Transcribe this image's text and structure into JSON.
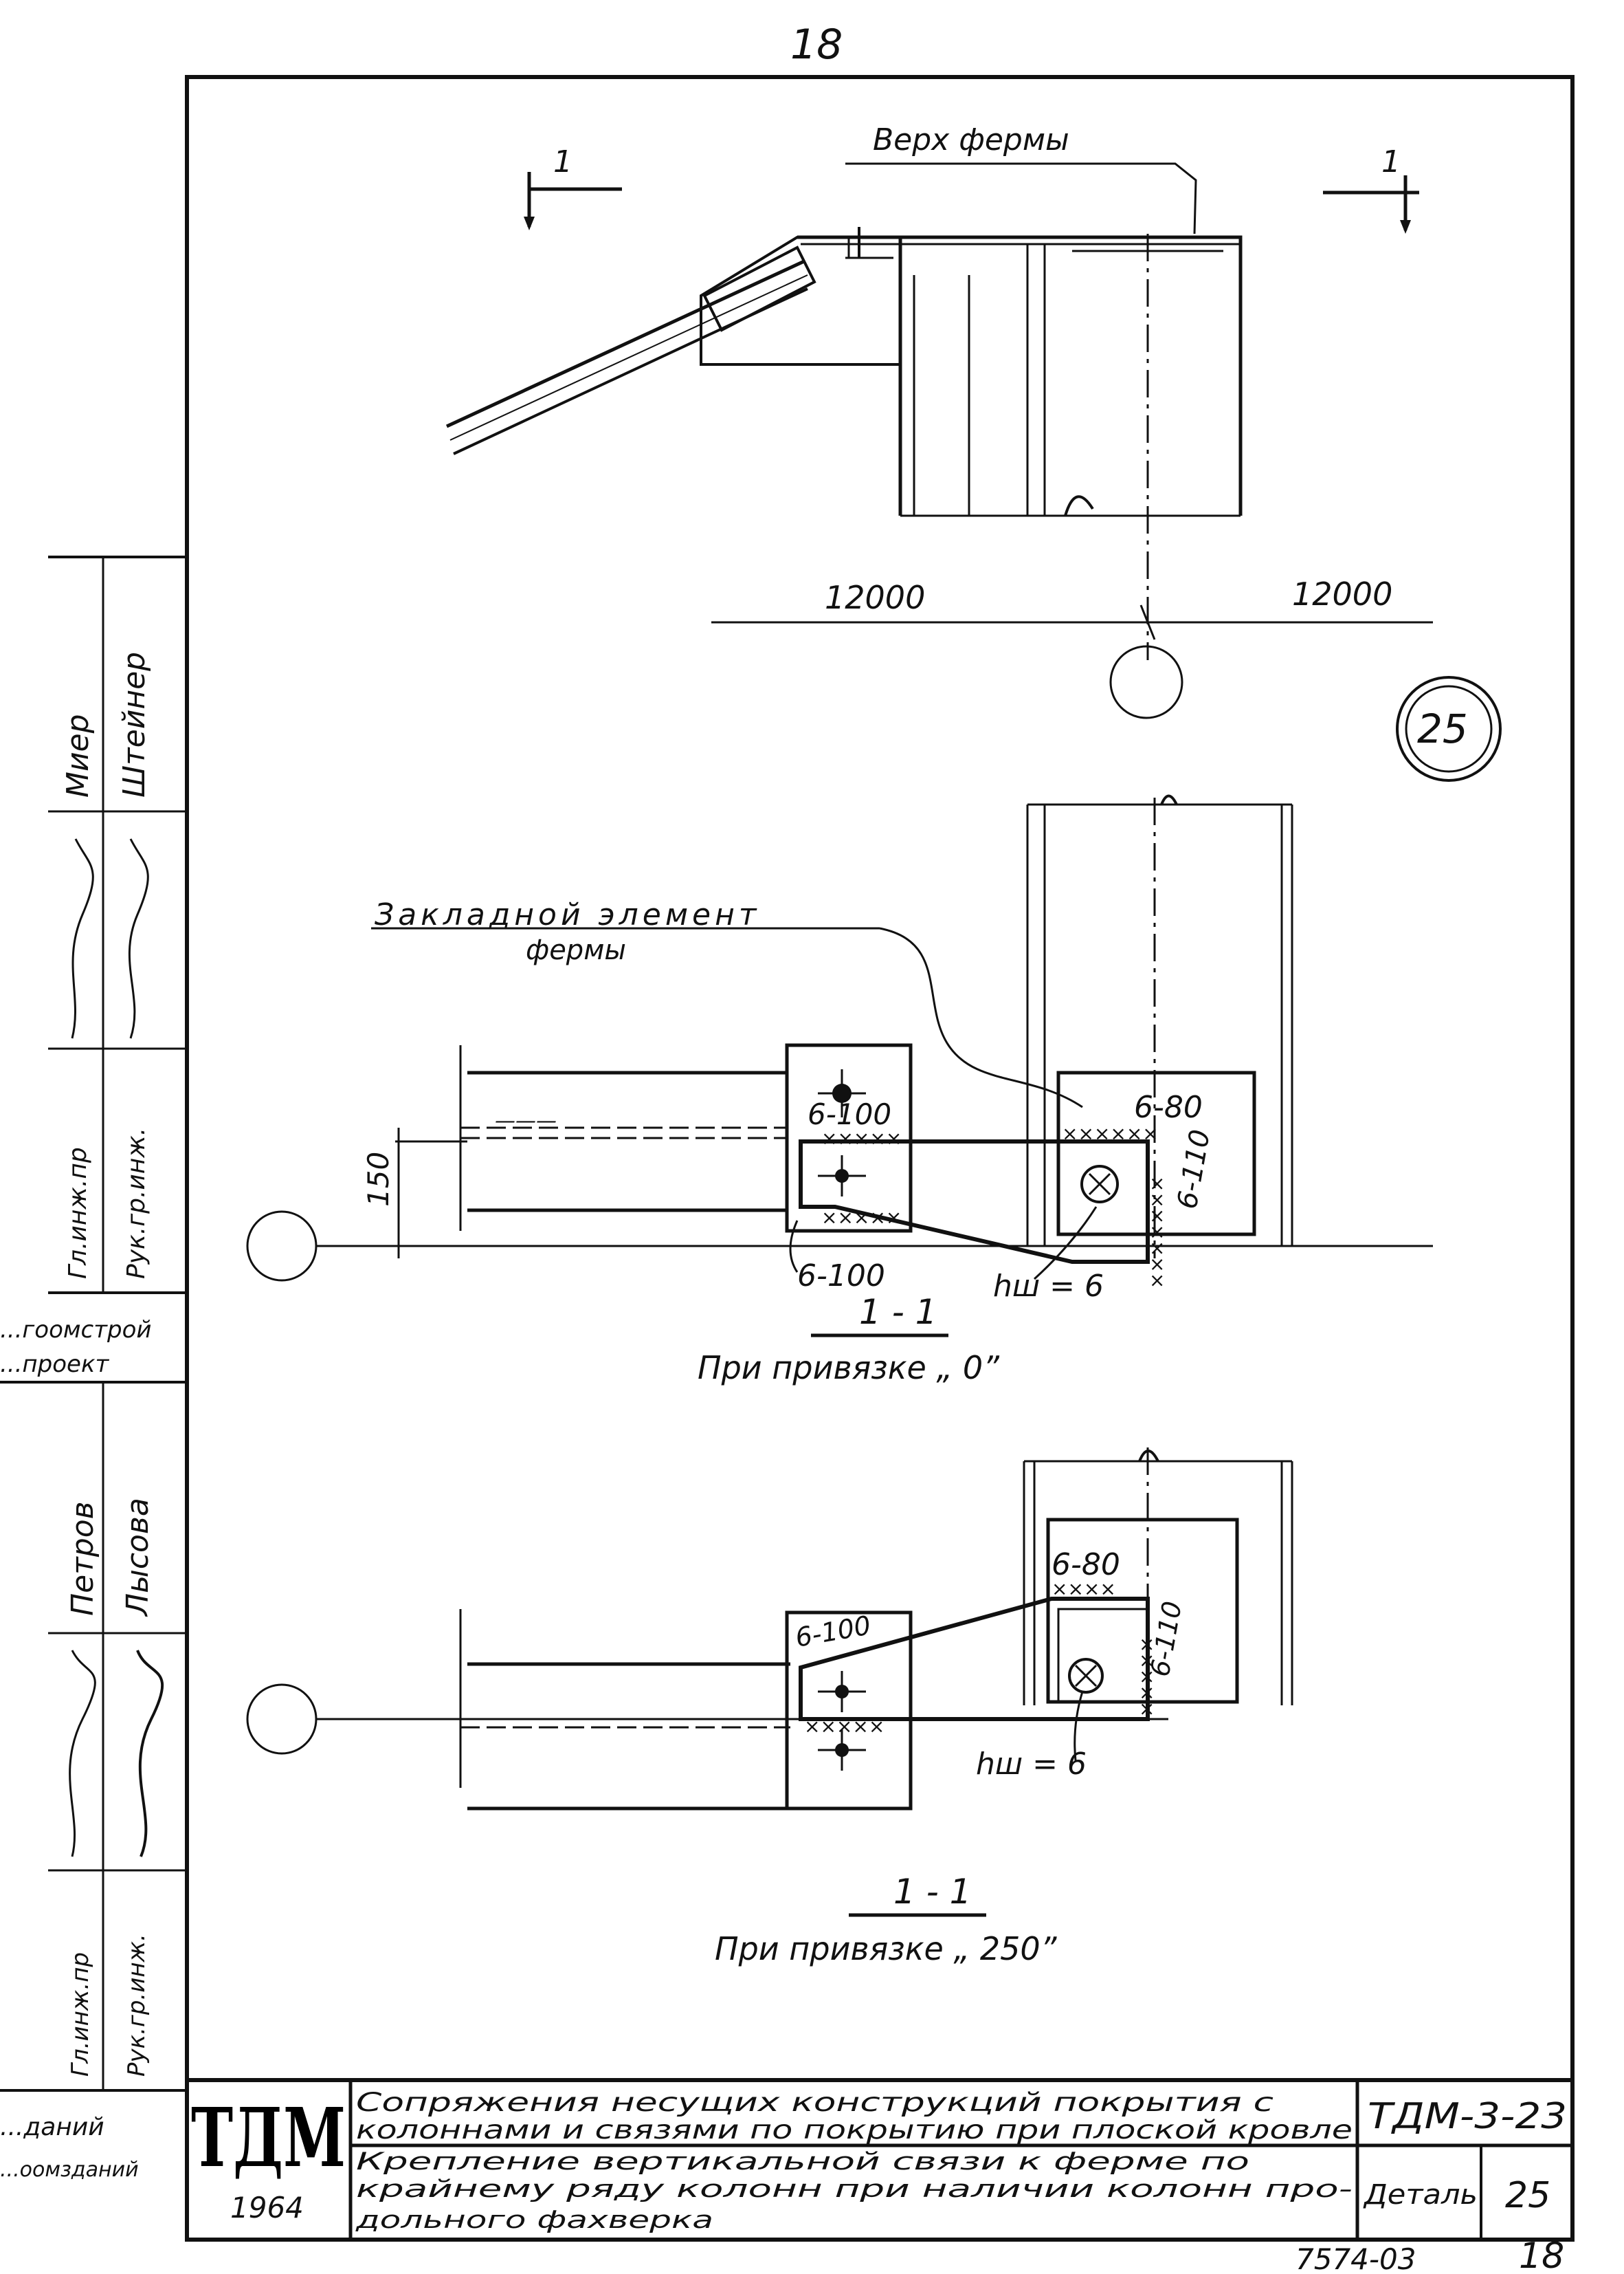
{
  "sheet": {
    "page_number_top": "18",
    "title_block": {
      "logo": "ТДМ",
      "year": "1964",
      "title_line1": "Сопряжения несущих конструкций покрытия с",
      "title_line2": "колоннами и связями по покрытию при плоской кровле",
      "subtitle_line1": "Крепление вертикальной связи к ферме по",
      "subtitle_line2": "крайнему ряду колонн при наличии колонн про-",
      "subtitle_line3": "дольного фахверка",
      "code": "ТДМ-3-23",
      "detail_label": "Деталь",
      "detail_number": "25",
      "archive_number": "7574-03",
      "sheet_number": "18"
    },
    "side_stamp": {
      "cells": [
        "Миер",
        "Штейнер",
        "Гл.инж.пр",
        "Рук.гр.инж.",
        "...гоомстрой",
        "...проект",
        "Петров",
        "Лысова",
        "Гл.инж.пр",
        "Рук.гр.инж.",
        "...даний",
        "...оомзданий"
      ]
    }
  },
  "plan_view": {
    "top_label": "Верх фермы",
    "section_mark_left": "1",
    "section_mark_right": "1",
    "dim_left": "12000",
    "dim_right": "12000",
    "detail_circle": "25"
  },
  "section_a": {
    "callout_line1": "Закладной элемент",
    "callout_line2": "фермы",
    "dim_vertical": "150",
    "weld_top_left": "6-100",
    "weld_bottom_left": "6-100",
    "weld_top_right": "6-80",
    "weld_side_right": "6-110",
    "weld_height": "hш = 6",
    "title": "1 - 1",
    "subtitle": "При привязке „ 0”"
  },
  "section_b": {
    "weld_top_left": "6-100",
    "weld_top_right": "6-80",
    "weld_side_right": "6-110",
    "weld_height": "hш = 6",
    "title": "1 - 1",
    "subtitle": "При привязке „ 250”"
  }
}
